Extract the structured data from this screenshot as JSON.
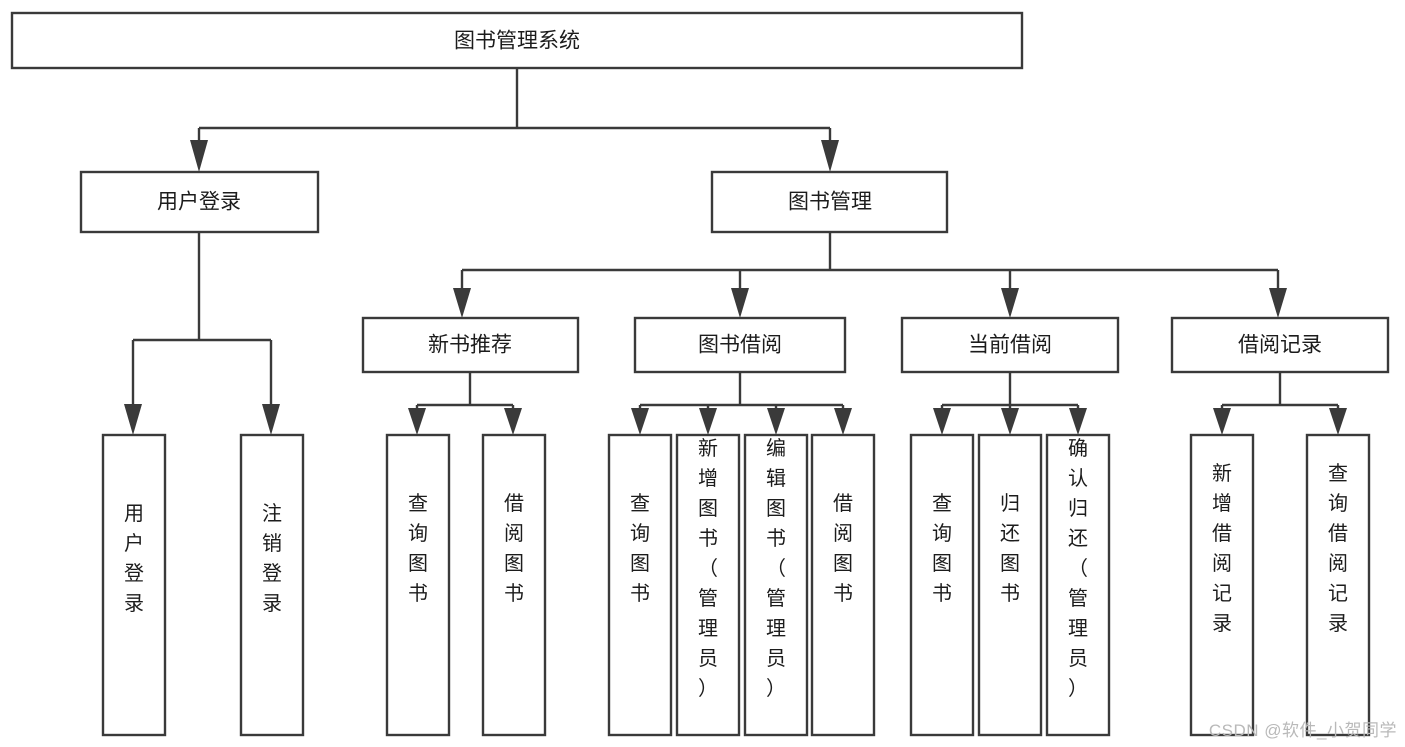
{
  "diagram": {
    "title": "图书管理系统",
    "type": "functional-structure-tree",
    "colors": {
      "box_stroke": "#3a3a3a",
      "box_fill": "#ffffff",
      "connector": "#3a3a3a",
      "text": "#1c1c1c",
      "background": "#ffffff",
      "watermark": "#b9b9b9"
    },
    "root": {
      "label": "图书管理系统",
      "orientation": "horizontal"
    },
    "level2": [
      {
        "label": "用户登录",
        "orientation": "horizontal"
      },
      {
        "label": "图书管理",
        "orientation": "horizontal"
      }
    ],
    "level3": [
      {
        "label": "新书推荐",
        "orientation": "horizontal"
      },
      {
        "label": "图书借阅",
        "orientation": "horizontal"
      },
      {
        "label": "当前借阅",
        "orientation": "horizontal"
      },
      {
        "label": "借阅记录",
        "orientation": "horizontal"
      }
    ],
    "leaves": {
      "user_login": [
        {
          "label": "用户登录",
          "orientation": "vertical"
        },
        {
          "label": "注销登录",
          "orientation": "vertical"
        }
      ],
      "new_book_recommend": [
        {
          "label": "查询图书",
          "orientation": "vertical"
        },
        {
          "label": "借阅图书",
          "orientation": "vertical"
        }
      ],
      "book_borrow": [
        {
          "label": "查询图书",
          "orientation": "vertical"
        },
        {
          "label": "新增图书（管理员）",
          "orientation": "vertical"
        },
        {
          "label": "编辑图书（管理员）",
          "orientation": "vertical"
        },
        {
          "label": "借阅图书",
          "orientation": "vertical"
        }
      ],
      "current_borrow": [
        {
          "label": "查询图书",
          "orientation": "vertical"
        },
        {
          "label": "归还图书",
          "orientation": "vertical"
        },
        {
          "label": "确认归还（管理员）",
          "orientation": "vertical"
        }
      ],
      "borrow_records": [
        {
          "label": "新增借阅记录",
          "orientation": "vertical"
        },
        {
          "label": "查询借阅记录",
          "orientation": "vertical"
        }
      ]
    }
  },
  "watermark": {
    "text": "CSDN @软件_小贺同学"
  }
}
